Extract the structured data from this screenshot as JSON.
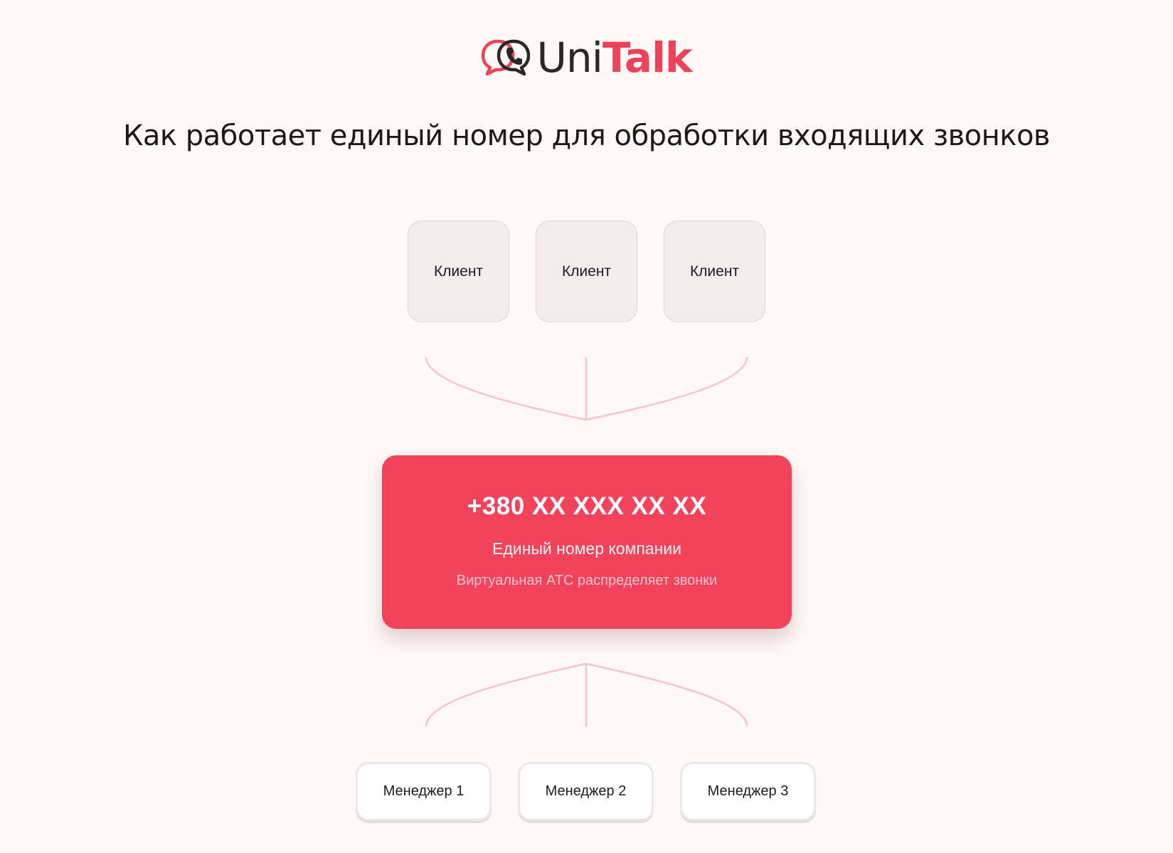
{
  "brand": {
    "name_part1": "Uni",
    "name_part2": "Talk",
    "accent_color": "#ef4159",
    "dark_color": "#2b2628",
    "icon": "phone-chat-bubble-icon"
  },
  "title": "Как работает единый номер для обработки входящих звонков",
  "clients": [
    {
      "label": "Клиент"
    },
    {
      "label": "Клиент"
    },
    {
      "label": "Клиент"
    }
  ],
  "hub": {
    "phone": "+380 XX XXX XX XX",
    "caption": "Единый номер компании",
    "note": "Виртуальная АТС распределяет звонки",
    "color": "#f1435b"
  },
  "managers": [
    {
      "label": "Менеджер 1"
    },
    {
      "label": "Менеджер 2"
    },
    {
      "label": "Менеджер 3"
    }
  ],
  "connector_color": "#f6c4c8"
}
